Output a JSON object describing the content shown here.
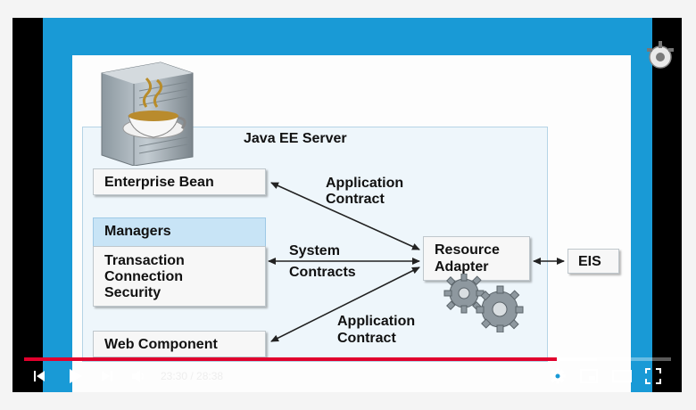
{
  "diagram": {
    "server_title": "Java EE Server",
    "enterprise_bean": "Enterprise Bean",
    "managers": {
      "header": "Managers",
      "items": [
        "Transaction",
        "Connection",
        "Security"
      ]
    },
    "web_component": "Web Component",
    "resource_adapter": [
      "Resource",
      "Adapter"
    ],
    "eis": "EIS",
    "app_contract_top": [
      "Application",
      "Contract"
    ],
    "system_contracts": [
      "System",
      "Contracts"
    ],
    "app_contract_bottom": [
      "Application",
      "Contract"
    ]
  },
  "player": {
    "current_time": "23:30",
    "separator": " / ",
    "duration": "28:38",
    "progress_played_fraction": 0.823,
    "progress_buffered_fraction": 0.885,
    "icons": [
      "previous-icon",
      "play-icon",
      "next-icon",
      "volume-icon",
      "settings-icon",
      "miniplayer-icon",
      "theater-mode-icon",
      "fullscreen-icon"
    ]
  },
  "colors": {
    "frame_blue": "#199ad6",
    "progress_red": "#e1002d",
    "managers_header": "#c8e4f6"
  }
}
